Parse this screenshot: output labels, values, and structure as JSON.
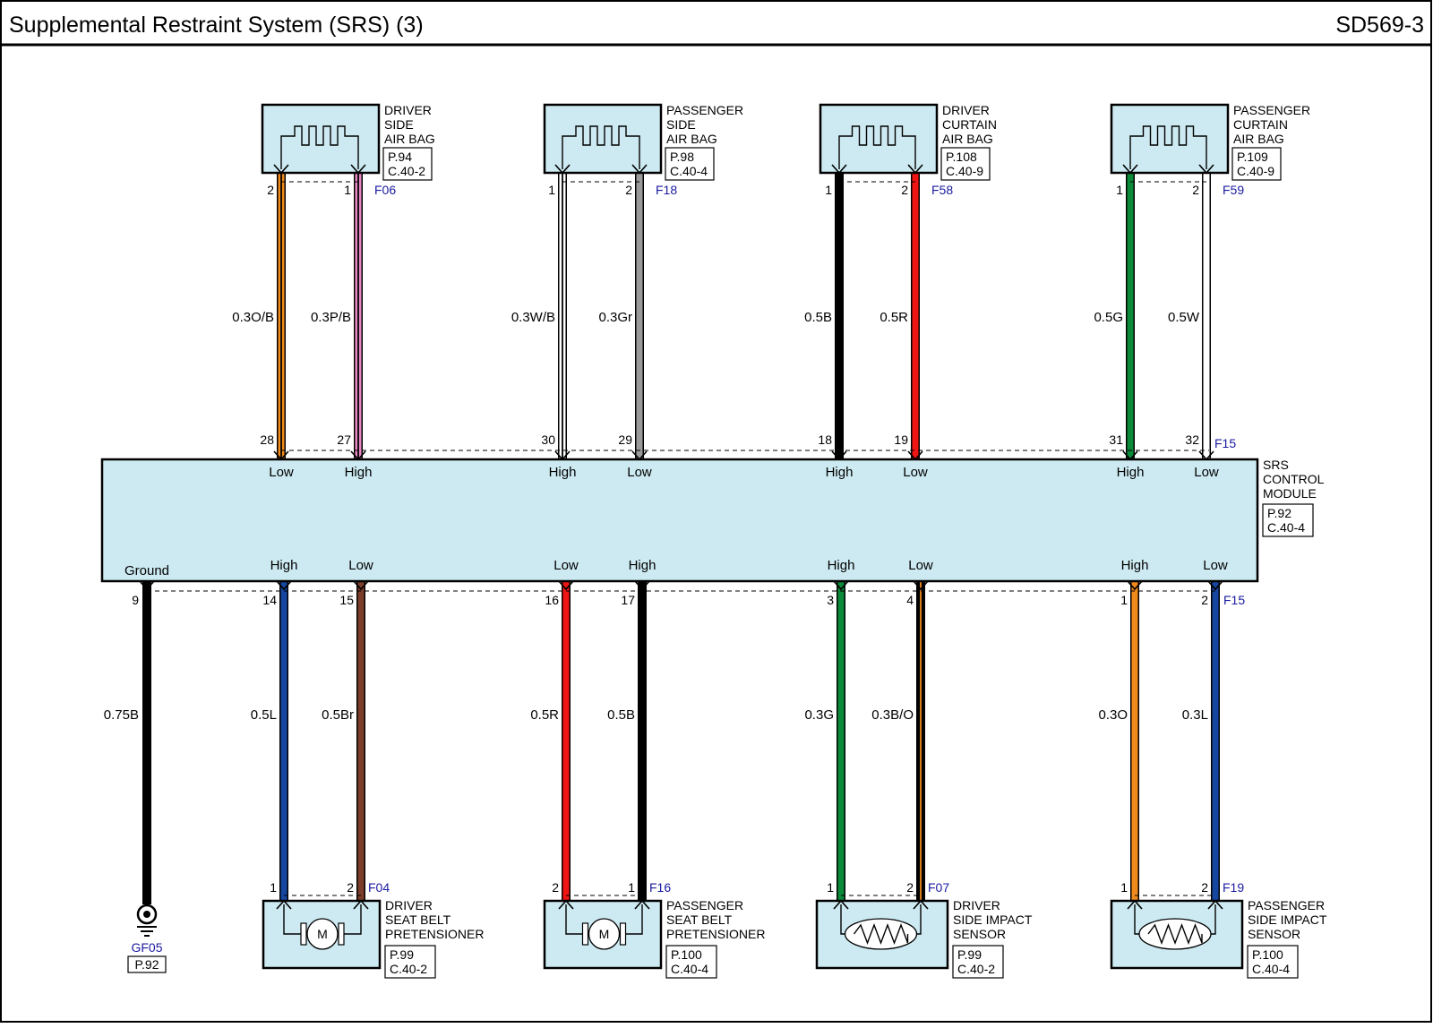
{
  "header": {
    "title": "Supplemental Restraint System (SRS) (3)",
    "code": "SD569-3"
  },
  "colors": {
    "module_fill": "#cdeaf2",
    "connector_text": "#1a1aa0",
    "O": "#f08a1c",
    "P": "#e98ac4",
    "W": "#ffffff",
    "Gr": "#9a9a9a",
    "B": "#000000",
    "R": "#f01515",
    "G": "#0b8a3a",
    "L": "#1646a0",
    "Br": "#7a3e2a"
  },
  "module": {
    "name_lines": [
      "SRS",
      "CONTROL",
      "MODULE"
    ],
    "ref_lines": [
      "P.92",
      "C.40-4"
    ],
    "top_connector": "F15",
    "bottom_connector": "F15",
    "ground_label": "Ground"
  },
  "top_groups": [
    {
      "name_lines": [
        "DRIVER",
        "SIDE",
        "AIR BAG"
      ],
      "ref_lines": [
        "P.94",
        "C.40-2"
      ],
      "connector": "F06",
      "wires": [
        {
          "comp_pin": "2",
          "module_pin": "28",
          "label": "0.3O/B",
          "signal": "Low",
          "main": "O",
          "stripe": "B"
        },
        {
          "comp_pin": "1",
          "module_pin": "27",
          "label": "0.3P/B",
          "signal": "High",
          "main": "P",
          "stripe": "B"
        }
      ]
    },
    {
      "name_lines": [
        "PASSENGER",
        "SIDE",
        "AIR BAG"
      ],
      "ref_lines": [
        "P.98",
        "C.40-4"
      ],
      "connector": "F18",
      "wires": [
        {
          "comp_pin": "1",
          "module_pin": "30",
          "label": "0.3W/B",
          "signal": "High",
          "main": "W",
          "stripe": "B"
        },
        {
          "comp_pin": "2",
          "module_pin": "29",
          "label": "0.3Gr",
          "signal": "Low",
          "main": "Gr",
          "stripe": ""
        }
      ]
    },
    {
      "name_lines": [
        "DRIVER",
        "CURTAIN",
        "AIR BAG"
      ],
      "ref_lines": [
        "P.108",
        "C.40-9"
      ],
      "connector": "F58",
      "wires": [
        {
          "comp_pin": "1",
          "module_pin": "18",
          "label": "0.5B",
          "signal": "High",
          "main": "B",
          "stripe": ""
        },
        {
          "comp_pin": "2",
          "module_pin": "19",
          "label": "0.5R",
          "signal": "Low",
          "main": "R",
          "stripe": ""
        }
      ]
    },
    {
      "name_lines": [
        "PASSENGER",
        "CURTAIN",
        "AIR BAG"
      ],
      "ref_lines": [
        "P.109",
        "C.40-9"
      ],
      "connector": "F59",
      "wires": [
        {
          "comp_pin": "1",
          "module_pin": "31",
          "label": "0.5G",
          "signal": "High",
          "main": "G",
          "stripe": ""
        },
        {
          "comp_pin": "2",
          "module_pin": "32",
          "label": "0.5W",
          "signal": "Low",
          "main": "W",
          "stripe": ""
        }
      ]
    }
  ],
  "ground": {
    "module_pin": "9",
    "label": "0.75B",
    "main": "B",
    "connector": "GF05",
    "ref": "P.92"
  },
  "bottom_groups": [
    {
      "name_lines": [
        "DRIVER",
        "SEAT BELT",
        "PRETENSIONER"
      ],
      "ref_lines": [
        "P.99",
        "C.40-2"
      ],
      "connector": "F04",
      "symbol": "motor",
      "motor_label": "M",
      "wires": [
        {
          "comp_pin": "1",
          "module_pin": "14",
          "label": "0.5L",
          "signal": "High",
          "main": "L",
          "stripe": ""
        },
        {
          "comp_pin": "2",
          "module_pin": "15",
          "label": "0.5Br",
          "signal": "Low",
          "main": "Br",
          "stripe": ""
        }
      ]
    },
    {
      "name_lines": [
        "PASSENGER",
        "SEAT BELT",
        "PRETENSIONER"
      ],
      "ref_lines": [
        "P.100",
        "C.40-4"
      ],
      "connector": "F16",
      "symbol": "motor",
      "motor_label": "M",
      "wires": [
        {
          "comp_pin": "2",
          "module_pin": "16",
          "label": "0.5R",
          "signal": "Low",
          "main": "R",
          "stripe": ""
        },
        {
          "comp_pin": "1",
          "module_pin": "17",
          "label": "0.5B",
          "signal": "High",
          "main": "B",
          "stripe": ""
        }
      ]
    },
    {
      "name_lines": [
        "DRIVER",
        "SIDE IMPACT",
        "SENSOR"
      ],
      "ref_lines": [
        "P.99",
        "C.40-2"
      ],
      "connector": "F07",
      "symbol": "sensor",
      "wires": [
        {
          "comp_pin": "1",
          "module_pin": "3",
          "label": "0.3G",
          "signal": "High",
          "main": "G",
          "stripe": ""
        },
        {
          "comp_pin": "2",
          "module_pin": "4",
          "label": "0.3B/O",
          "signal": "Low",
          "main": "B",
          "stripe": "O"
        }
      ]
    },
    {
      "name_lines": [
        "PASSENGER",
        "SIDE IMPACT",
        "SENSOR"
      ],
      "ref_lines": [
        "P.100",
        "C.40-4"
      ],
      "connector": "F19",
      "symbol": "sensor",
      "wires": [
        {
          "comp_pin": "1",
          "module_pin": "1",
          "label": "0.3O",
          "signal": "High",
          "main": "O",
          "stripe": ""
        },
        {
          "comp_pin": "2",
          "module_pin": "2",
          "label": "0.3L",
          "signal": "Low",
          "main": "L",
          "stripe": ""
        }
      ]
    }
  ]
}
